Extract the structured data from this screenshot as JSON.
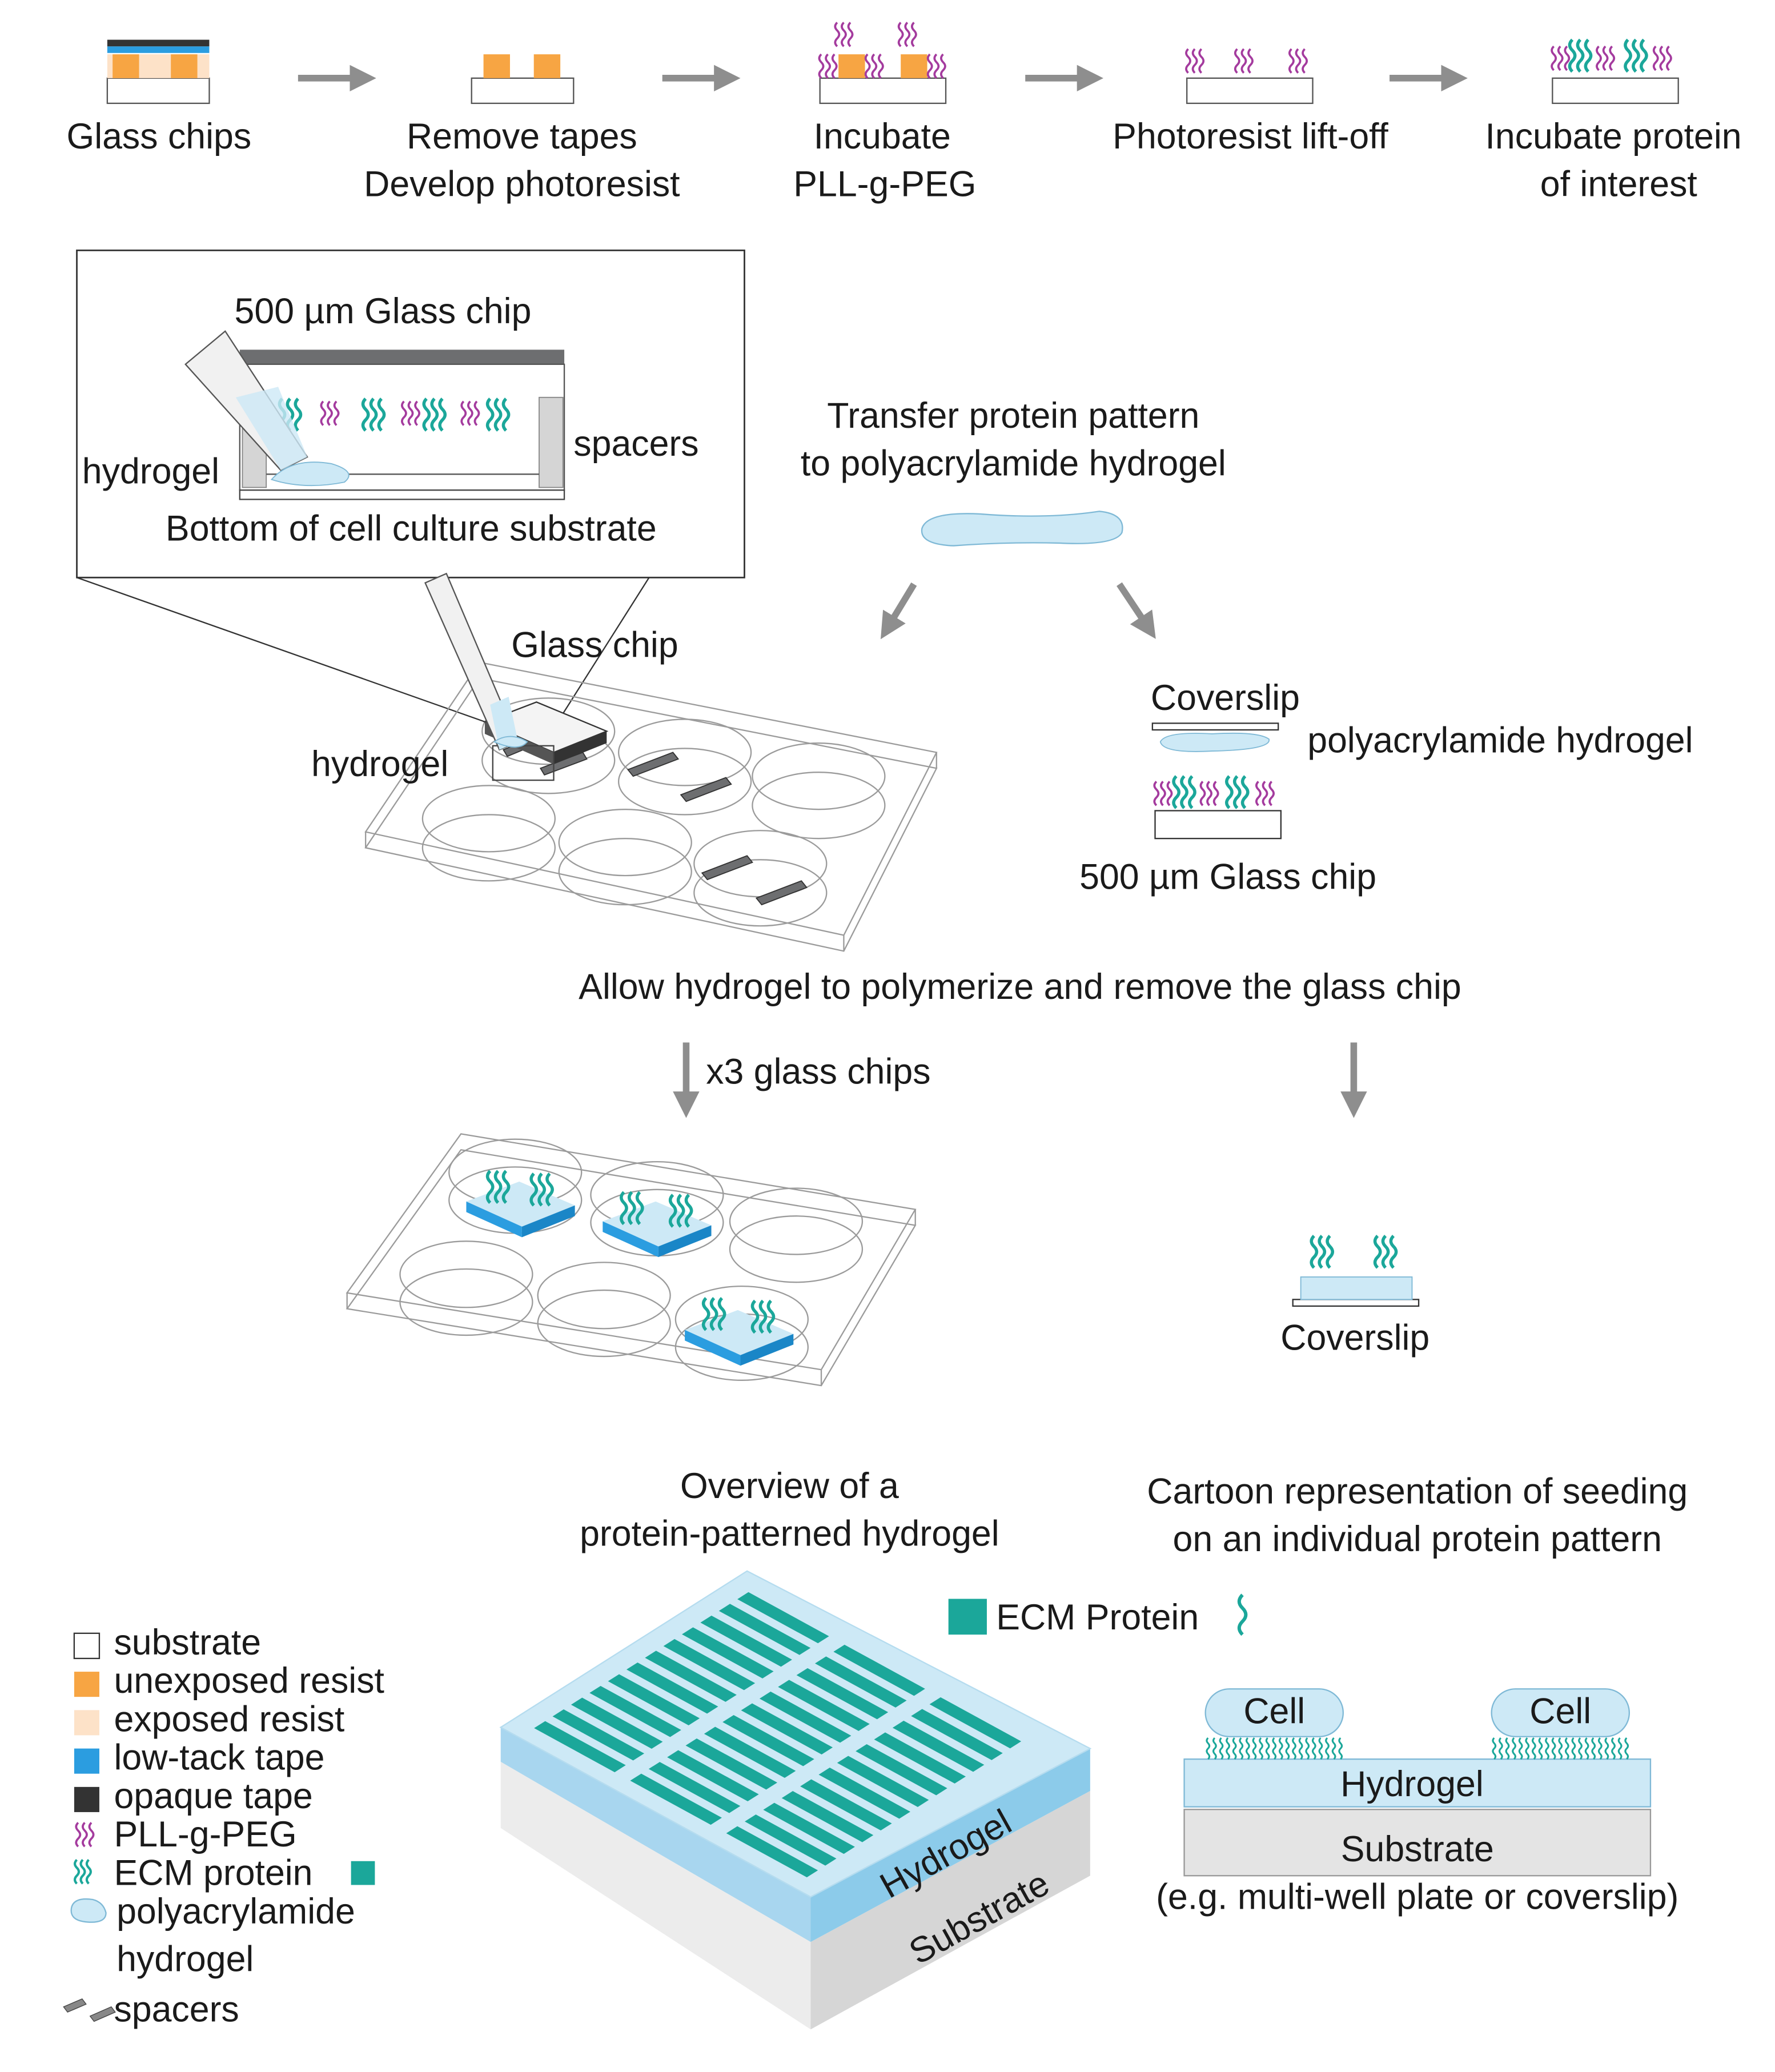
{
  "colors": {
    "orange": "#f7a543",
    "peach": "#fde2c8",
    "blue_tape": "#2b9de0",
    "opaque": "#333333",
    "pll_peg": "#a43b9e",
    "ecm": "#1ba79a",
    "hydrogel": "#cde9f6",
    "arrow_gray": "#8e8e8e",
    "substrate_gray": "#e4e4e4"
  },
  "workflow_steps": [
    {
      "line1": "Glass chips",
      "line2": ""
    },
    {
      "line1": "Remove tapes",
      "line2": "Develop photoresist"
    },
    {
      "line1": "Incubate",
      "line2": "PLL-g-PEG"
    },
    {
      "line1": "Photoresist lift-off",
      "line2": ""
    },
    {
      "line1": "Incubate protein",
      "line2": "of interest"
    }
  ],
  "inset": {
    "chip_label": "500 µm Glass chip",
    "spacers_label": "spacers",
    "hydrogel_label": "hydrogel",
    "bottom_label": "Bottom of cell culture substrate"
  },
  "plate_top": {
    "glass_chip_label": "Glass chip",
    "hydrogel_label": "hydrogel"
  },
  "transfer": {
    "line1": "Transfer protein pattern",
    "line2": "to  polyacrylamide hydrogel",
    "coverslip_label": "Coverslip",
    "hydrogel_label": "polyacrylamide hydrogel",
    "chip_label": "500 µm Glass chip"
  },
  "polymerize_text": "Allow hydrogel to polymerize and remove the glass chip",
  "x3_label": "x3 glass chips",
  "coverslip_result_label": "Coverslip",
  "overview": {
    "line1": "Overview of a",
    "line2": "protein-patterned hydrogel",
    "hydrogel_label": "Hydrogel",
    "substrate_label": "Substrate"
  },
  "cartoon": {
    "line1": "Cartoon representation of seeding",
    "line2": "on an individual protein pattern",
    "ecm_legend": "ECM Protein",
    "cell_labels": [
      "Cell",
      "Cell"
    ],
    "hydrogel_label": "Hydrogel",
    "substrate_label": "Substrate",
    "note": "(e.g. multi-well plate or coverslip)"
  },
  "legend": [
    {
      "icon": "substrate-swatch",
      "label": "substrate"
    },
    {
      "icon": "unexposed-resist-swatch",
      "label": "unexposed resist"
    },
    {
      "icon": "exposed-resist-swatch",
      "label": "exposed resist"
    },
    {
      "icon": "low-tack-tape-swatch",
      "label": "low-tack tape"
    },
    {
      "icon": "opaque-tape-swatch",
      "label": "opaque tape"
    },
    {
      "icon": "pll-g-peg-icon",
      "label": "PLL-g-PEG"
    },
    {
      "icon": "ecm-protein-icon",
      "label": "ECM protein"
    },
    {
      "icon": "hydrogel-icon",
      "label": "polyacrylamide",
      "label2": "hydrogel"
    },
    {
      "icon": "spacers-icon",
      "label": "spacers"
    }
  ]
}
